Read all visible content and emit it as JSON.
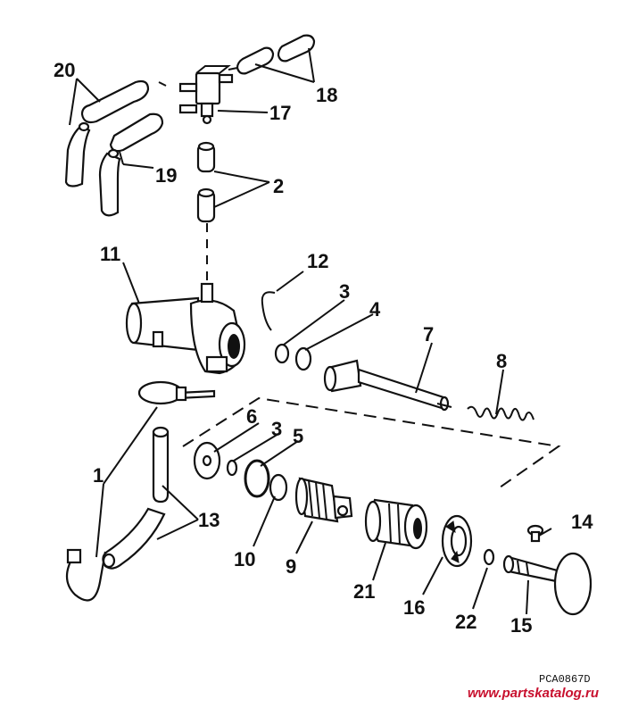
{
  "callouts": [
    {
      "id": "20",
      "label": "20"
    },
    {
      "id": "18",
      "label": "18"
    },
    {
      "id": "17",
      "label": "17"
    },
    {
      "id": "19",
      "label": "19"
    },
    {
      "id": "2",
      "label": "2"
    },
    {
      "id": "11",
      "label": "11"
    },
    {
      "id": "12",
      "label": "12"
    },
    {
      "id": "3a",
      "label": "3"
    },
    {
      "id": "4",
      "label": "4"
    },
    {
      "id": "7",
      "label": "7"
    },
    {
      "id": "8",
      "label": "8"
    },
    {
      "id": "6",
      "label": "6"
    },
    {
      "id": "3b",
      "label": "3"
    },
    {
      "id": "5",
      "label": "5"
    },
    {
      "id": "1",
      "label": "1"
    },
    {
      "id": "13",
      "label": "13"
    },
    {
      "id": "14",
      "label": "14"
    },
    {
      "id": "10",
      "label": "10"
    },
    {
      "id": "9",
      "label": "9"
    },
    {
      "id": "21",
      "label": "21"
    },
    {
      "id": "16",
      "label": "16"
    },
    {
      "id": "22",
      "label": "22"
    },
    {
      "id": "15",
      "label": "15"
    }
  ],
  "drawing_code": "PCA0867D",
  "watermark": "www.partskatalog.ru"
}
